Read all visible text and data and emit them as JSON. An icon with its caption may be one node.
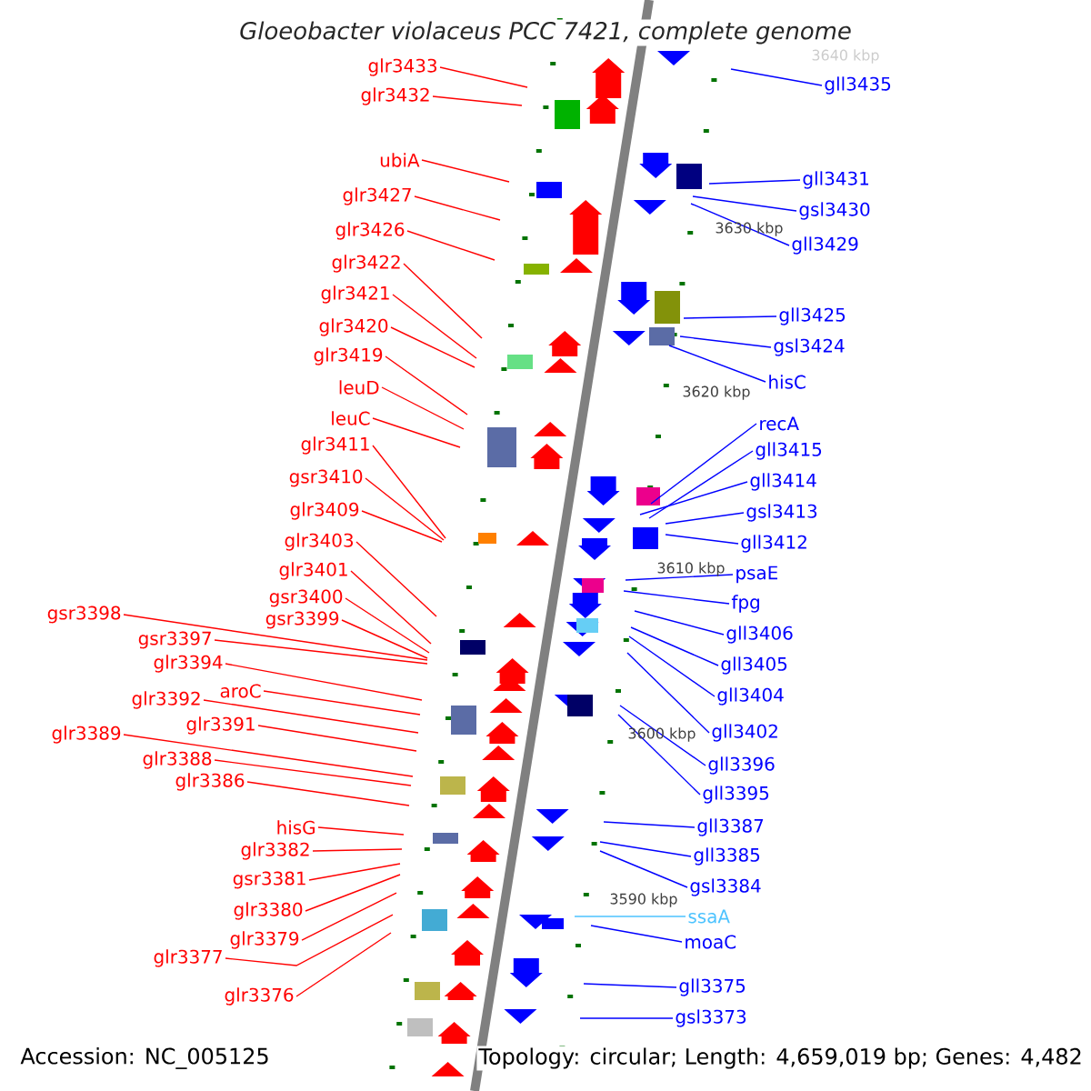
{
  "diagram": {
    "title": "Gloeobacter violaceus PCC 7421, complete genome",
    "nodes": [
      {
        "text": [
          "glr3433"
        ]
      },
      {
        "text": [
          "glr3432"
        ]
      },
      {
        "text": [
          "ubiA"
        ]
      },
      {
        "text": [
          "glr3427"
        ]
      },
      {
        "text": [
          "glr3426"
        ]
      },
      {
        "text": [
          "glr3422"
        ]
      },
      {
        "text": [
          "glr3421"
        ]
      },
      {
        "text": [
          "glr3420"
        ]
      },
      {
        "text": [
          "glr3419"
        ]
      },
      {
        "text": [
          "leuD"
        ]
      },
      {
        "text": [
          "leuC"
        ]
      },
      {
        "text": [
          "glr3411"
        ]
      },
      {
        "text": [
          "gsr3410"
        ]
      },
      {
        "text": [
          "glr3409"
        ]
      },
      {
        "text": [
          "glr3403"
        ]
      },
      {
        "text": [
          "glr3401"
        ]
      },
      {
        "text": [
          "gsr3400"
        ]
      },
      {
        "text": [
          "gsr3399"
        ]
      },
      {
        "text": [
          "gsr3398"
        ]
      },
      {
        "text": [
          "gsr3397"
        ]
      },
      {
        "text": [
          "glr3394"
        ]
      },
      {
        "text": [
          "aroC"
        ]
      },
      {
        "text": [
          "glr3392"
        ]
      },
      {
        "text": [
          "glr3391"
        ]
      },
      {
        "text": [
          "glr3389"
        ]
      },
      {
        "text": [
          "glr3388"
        ]
      },
      {
        "text": [
          "glr3386"
        ]
      },
      {
        "text": [
          "hisG"
        ]
      },
      {
        "text": [
          "glr3382"
        ]
      },
      {
        "text": [
          "gsr3381"
        ]
      },
      {
        "text": [
          "glr3380"
        ]
      },
      {
        "text": [
          "glr3379"
        ]
      },
      {
        "text": [
          "glr3377"
        ]
      },
      {
        "text": [
          "glr3376"
        ]
      },
      {
        "text": [
          "gll3435"
        ]
      },
      {
        "text": [
          "gll3431"
        ]
      },
      {
        "text": [
          "gsl3430"
        ]
      },
      {
        "text": [
          "gll3429"
        ]
      },
      {
        "text": [
          "gll3425"
        ]
      },
      {
        "text": [
          "gsl3424"
        ]
      },
      {
        "text": [
          "hisC"
        ]
      },
      {
        "text": [
          "recA"
        ]
      },
      {
        "text": [
          "gll3415"
        ]
      },
      {
        "text": [
          "gll3414"
        ]
      },
      {
        "text": [
          "gsl3413"
        ]
      },
      {
        "text": [
          "gll3412"
        ]
      },
      {
        "text": [
          "psaE"
        ]
      },
      {
        "text": [
          "fpg"
        ]
      },
      {
        "text": [
          "gll3406"
        ]
      },
      {
        "text": [
          "gll3405"
        ]
      },
      {
        "text": [
          "gll3404"
        ]
      },
      {
        "text": [
          "gll3402"
        ]
      },
      {
        "text": [
          "gll3396"
        ]
      },
      {
        "text": [
          "gll3395"
        ]
      },
      {
        "text": [
          "gll3387"
        ]
      },
      {
        "text": [
          "gll3385"
        ]
      },
      {
        "text": [
          "gsl3384"
        ]
      },
      {
        "text": [
          "ssaA"
        ]
      },
      {
        "text": [
          "moaC"
        ]
      },
      {
        "text": [
          "gll3375"
        ]
      },
      {
        "text": [
          "gsl3373"
        ]
      }
    ],
    "edges": [
      {
        "from": 0,
        "to": null,
        "arrow": "none"
      },
      {
        "from": 1,
        "to": null,
        "arrow": "none"
      },
      {
        "from": 2,
        "to": null,
        "arrow": "none"
      },
      {
        "from": 3,
        "to": null,
        "arrow": "none"
      },
      {
        "from": 4,
        "to": null,
        "arrow": "none"
      },
      {
        "from": 5,
        "to": null,
        "arrow": "none"
      },
      {
        "from": 6,
        "to": null,
        "arrow": "none"
      },
      {
        "from": 7,
        "to": null,
        "arrow": "none"
      },
      {
        "from": 8,
        "to": null,
        "arrow": "none"
      },
      {
        "from": 9,
        "to": null,
        "arrow": "none"
      },
      {
        "from": 10,
        "to": null,
        "arrow": "none"
      },
      {
        "from": 11,
        "to": null,
        "arrow": "none"
      },
      {
        "from": 12,
        "to": null,
        "arrow": "none"
      },
      {
        "from": 13,
        "to": null,
        "arrow": "none"
      },
      {
        "from": 14,
        "to": null,
        "arrow": "none"
      },
      {
        "from": 15,
        "to": null,
        "arrow": "none"
      },
      {
        "from": 16,
        "to": null,
        "arrow": "none"
      },
      {
        "from": 17,
        "to": null,
        "arrow": "none"
      },
      {
        "from": 18,
        "to": null,
        "arrow": "none"
      },
      {
        "from": 19,
        "to": null,
        "arrow": "none"
      },
      {
        "from": 20,
        "to": null,
        "arrow": "none"
      },
      {
        "from": 21,
        "to": null,
        "arrow": "none"
      },
      {
        "from": 22,
        "to": null,
        "arrow": "none"
      },
      {
        "from": 23,
        "to": null,
        "arrow": "none"
      },
      {
        "from": 24,
        "to": null,
        "arrow": "none"
      },
      {
        "from": 25,
        "to": null,
        "arrow": "none"
      },
      {
        "from": 26,
        "to": null,
        "arrow": "none"
      },
      {
        "from": 27,
        "to": null,
        "arrow": "none"
      },
      {
        "from": 28,
        "to": null,
        "arrow": "none"
      },
      {
        "from": 29,
        "to": null,
        "arrow": "none"
      },
      {
        "from": 30,
        "to": null,
        "arrow": "none"
      },
      {
        "from": 31,
        "to": null,
        "arrow": "none"
      },
      {
        "from": 32,
        "to": null,
        "arrow": "none"
      },
      {
        "from": 33,
        "to": null,
        "arrow": "none"
      },
      {
        "from": 34,
        "to": null,
        "arrow": "none",
        "color": "#0000ff"
      },
      {
        "from": 35,
        "to": null,
        "arrow": "none",
        "color": "#0000ff"
      },
      {
        "from": 36,
        "to": null,
        "arrow": "none",
        "color": "#0000ff"
      },
      {
        "from": 37,
        "to": null,
        "arrow": "none",
        "color": "#0000ff"
      },
      {
        "from": 38,
        "to": null,
        "arrow": "none",
        "color": "#0000ff"
      },
      {
        "from": 39,
        "to": null,
        "arrow": "none",
        "color": "#0000ff"
      },
      {
        "from": 40,
        "to": null,
        "arrow": "none",
        "color": "#0000ff"
      },
      {
        "from": 41,
        "to": null,
        "arrow": "none",
        "color": "#0000ff"
      },
      {
        "from": 42,
        "to": null,
        "arrow": "none",
        "color": "#0000ff"
      },
      {
        "from": 43,
        "to": null,
        "arrow": "none",
        "color": "#0000ff"
      },
      {
        "from": 44,
        "to": null,
        "arrow": "none",
        "color": "#0000ff"
      },
      {
        "from": 45,
        "to": null,
        "arrow": "none",
        "color": "#0000ff"
      },
      {
        "from": 46,
        "to": null,
        "arrow": "none",
        "color": "#0000ff"
      },
      {
        "from": 47,
        "to": null,
        "arrow": "none",
        "color": "#0000ff"
      },
      {
        "from": 48,
        "to": null,
        "arrow": "none",
        "color": "#0000ff"
      },
      {
        "from": 49,
        "to": null,
        "arrow": "none",
        "color": "#0000ff"
      },
      {
        "from": 50,
        "to": null,
        "arrow": "none",
        "color": "#0000ff"
      },
      {
        "from": 51,
        "to": null,
        "arrow": "none",
        "color": "#0000ff"
      },
      {
        "from": 52,
        "to": null,
        "arrow": "none",
        "color": "#0000ff"
      },
      {
        "from": 53,
        "to": null,
        "arrow": "none",
        "color": "#0000ff"
      },
      {
        "from": 54,
        "to": null,
        "arrow": "none",
        "color": "#0000ff"
      },
      {
        "from": 55,
        "to": null,
        "arrow": "none",
        "color": "#0000ff"
      },
      {
        "from": 56,
        "to": null,
        "arrow": "none",
        "color": "#0000ff"
      },
      {
        "from": 57,
        "to": null,
        "arrow": "none",
        "color": "#4dc3ff"
      },
      {
        "from": 58,
        "to": null,
        "arrow": "none",
        "color": "#0000ff"
      },
      {
        "from": 59,
        "to": null,
        "arrow": "none",
        "color": "#0000ff"
      },
      {
        "from": 60,
        "to": null,
        "arrow": "none",
        "color": "#0000ff"
      }
    ],
    "labels": [
      "3640 kbp",
      "3630 kbp",
      "3620 kbp",
      "3610 kbp",
      "3600 kbp",
      "3590 kbp",
      "Accession: NC_005125",
      "Topology: circular; Length: 4,659,019 bp; Genes: 4,482"
    ]
  }
}
